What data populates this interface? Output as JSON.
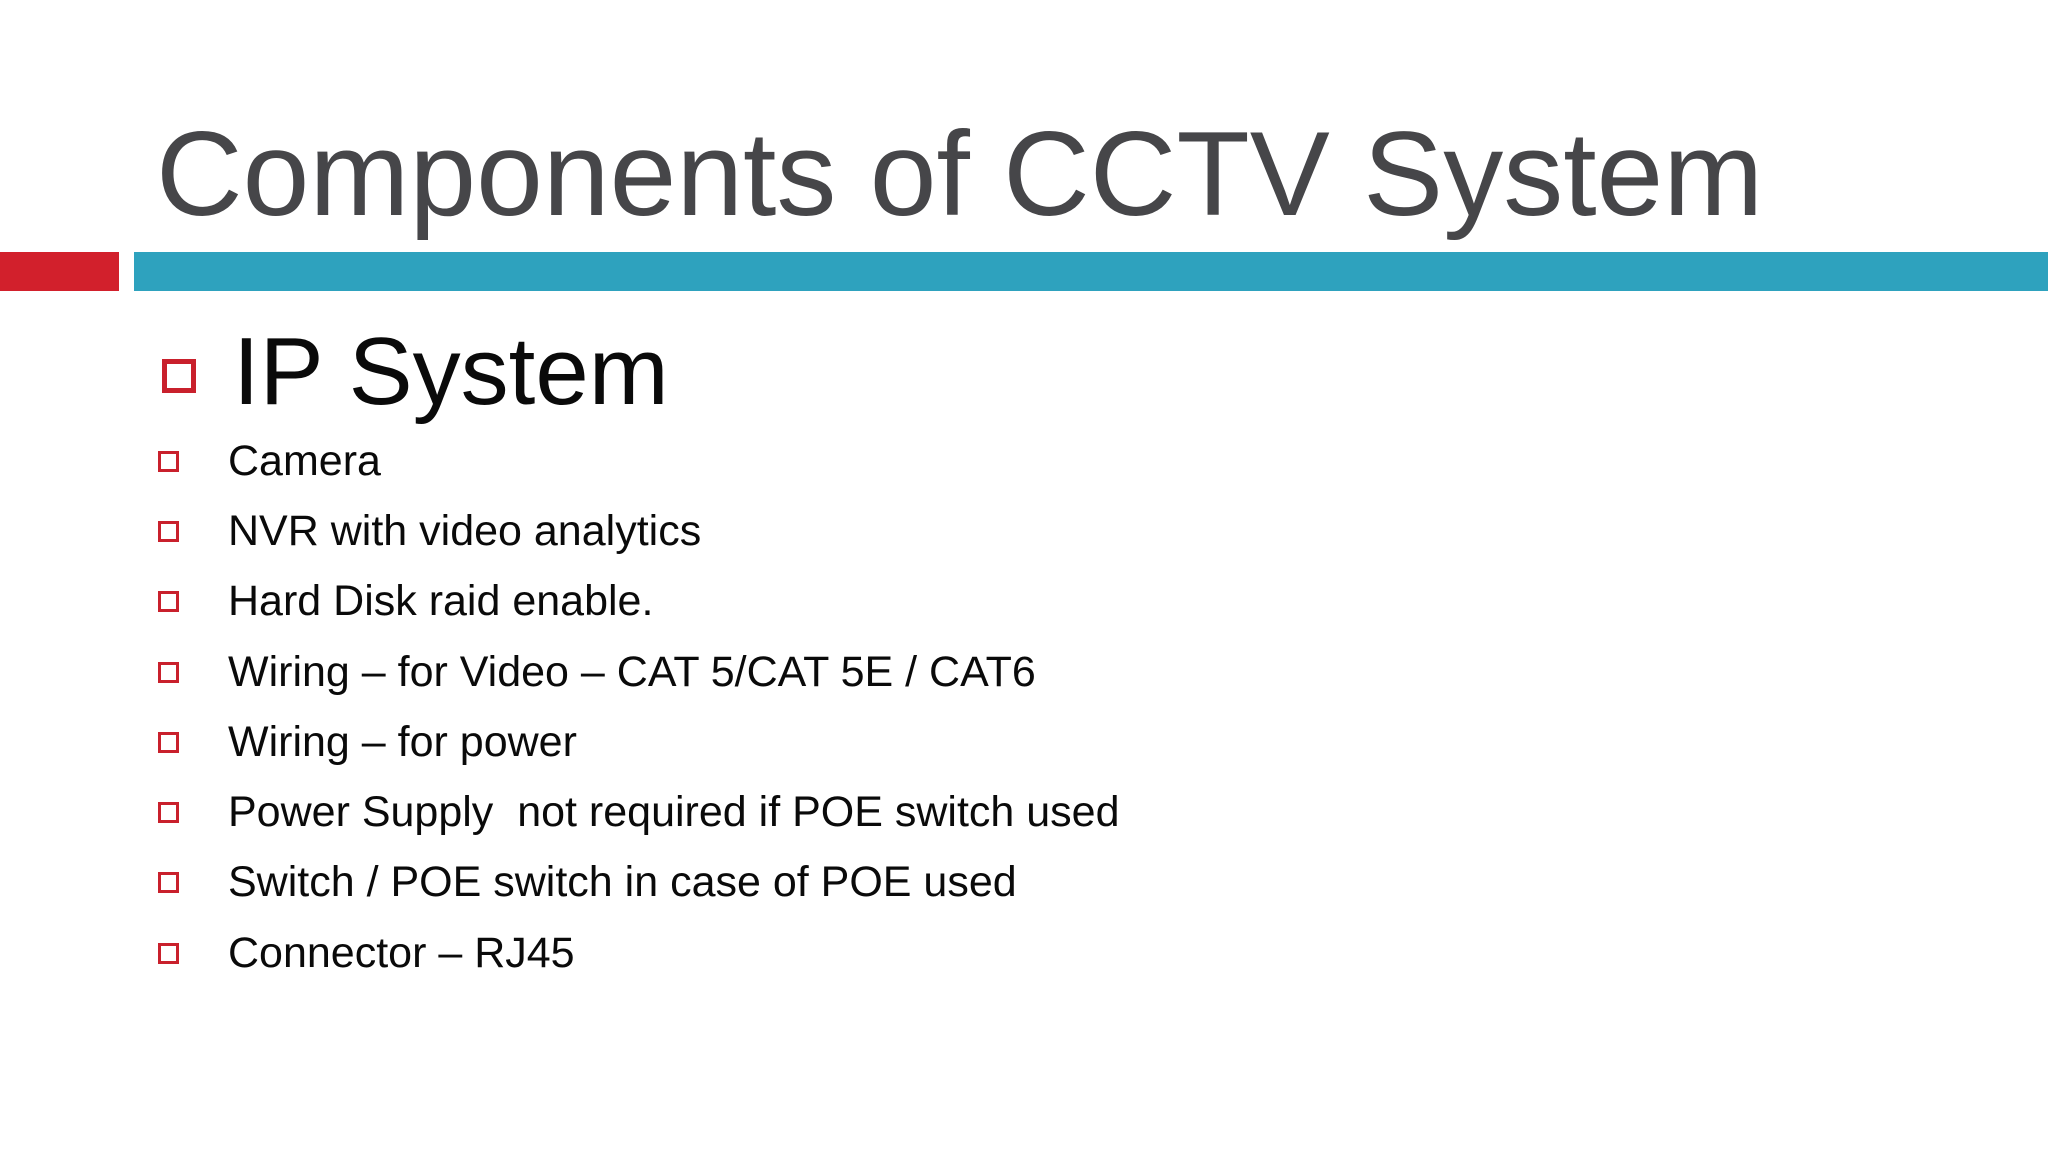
{
  "slide": {
    "title": "Components of CCTV System",
    "heading": "IP System",
    "items": [
      "Camera",
      "NVR with video analytics",
      "Hard Disk raid enable.",
      "Wiring – for Video – CAT 5/CAT 5E / CAT6",
      "Wiring – for power",
      "Power Supply  not required if POE switch used",
      "Switch / POE switch in case of POE used",
      "Connector – RJ45"
    ],
    "colors": {
      "accent_red": "#D2202C",
      "accent_teal": "#2EA2BE",
      "title_gray": "#464649",
      "bullet_red": "#C9202C",
      "text_black": "#0A0A0A",
      "slide_bg": "#FFFFFF"
    }
  }
}
